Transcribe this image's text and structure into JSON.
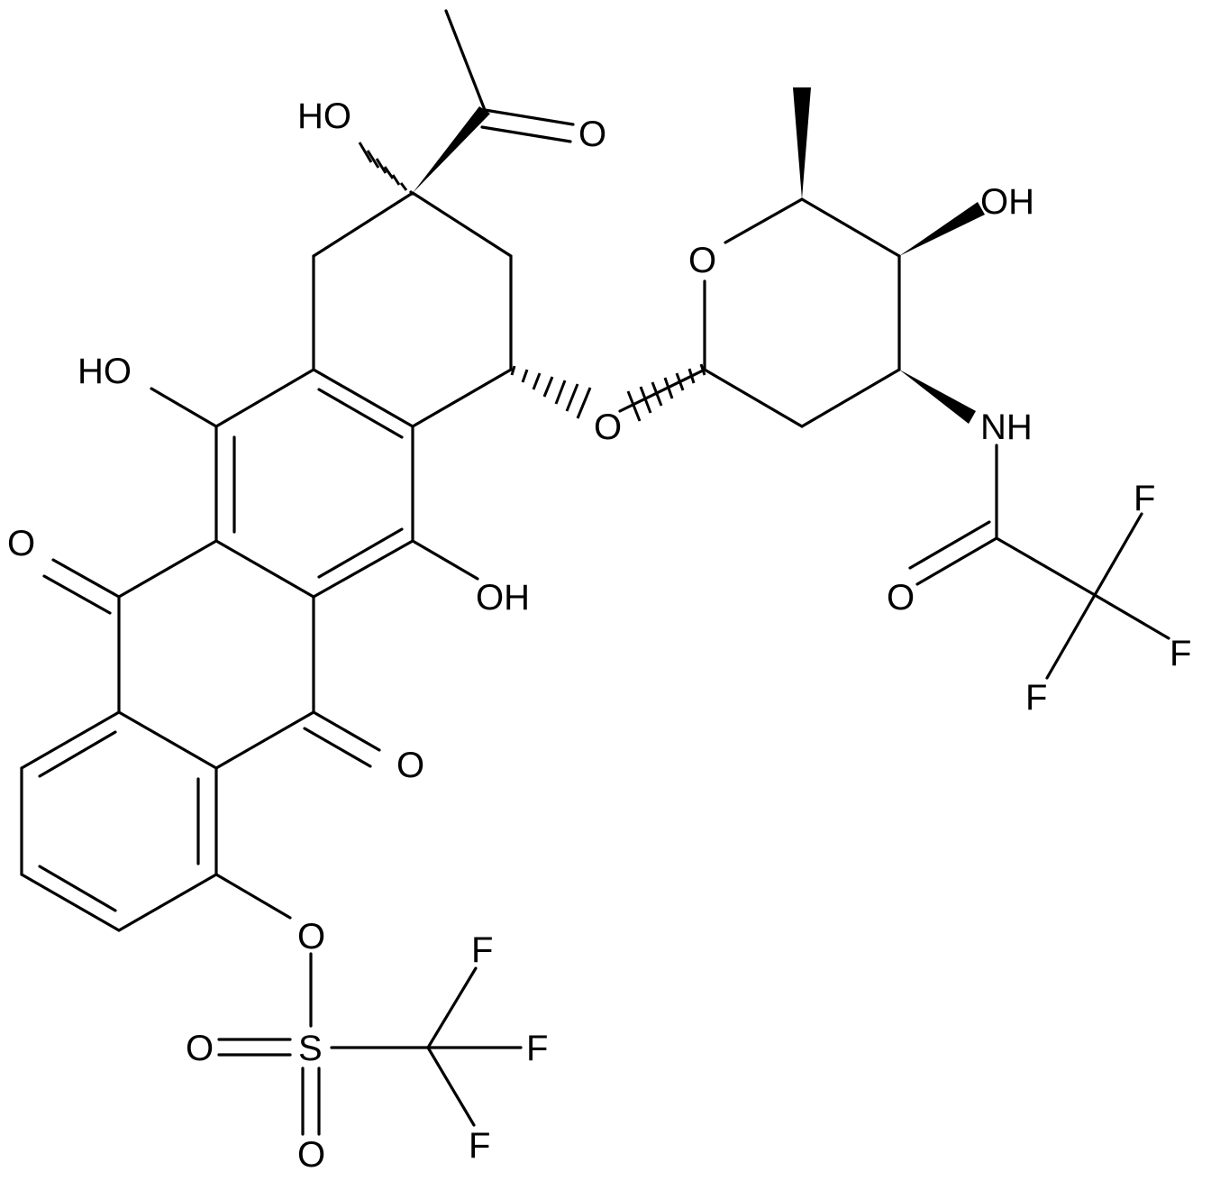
{
  "molecule": {
    "atom_labels": {
      "ho_c9": "HO",
      "o_ketone": "O",
      "o_ring": "O",
      "oh_sugar": "OH",
      "ho_c6": "HO",
      "o_glycoside": "O",
      "nh": "NH",
      "o_quinone_left": "O",
      "oh_c11": "OH",
      "f_amide_top": "F",
      "o_amide": "O",
      "f_amide_right": "F",
      "f_amide_bottom": "F",
      "o_quinone_bottom": "O",
      "o_triflate": "O",
      "f_tf_top": "F",
      "o_sulfonyl_left": "O",
      "s_sulfonyl": "S",
      "f_tf_right": "F",
      "o_sulfonyl_bottom": "O",
      "f_tf_bottom": "F"
    }
  }
}
